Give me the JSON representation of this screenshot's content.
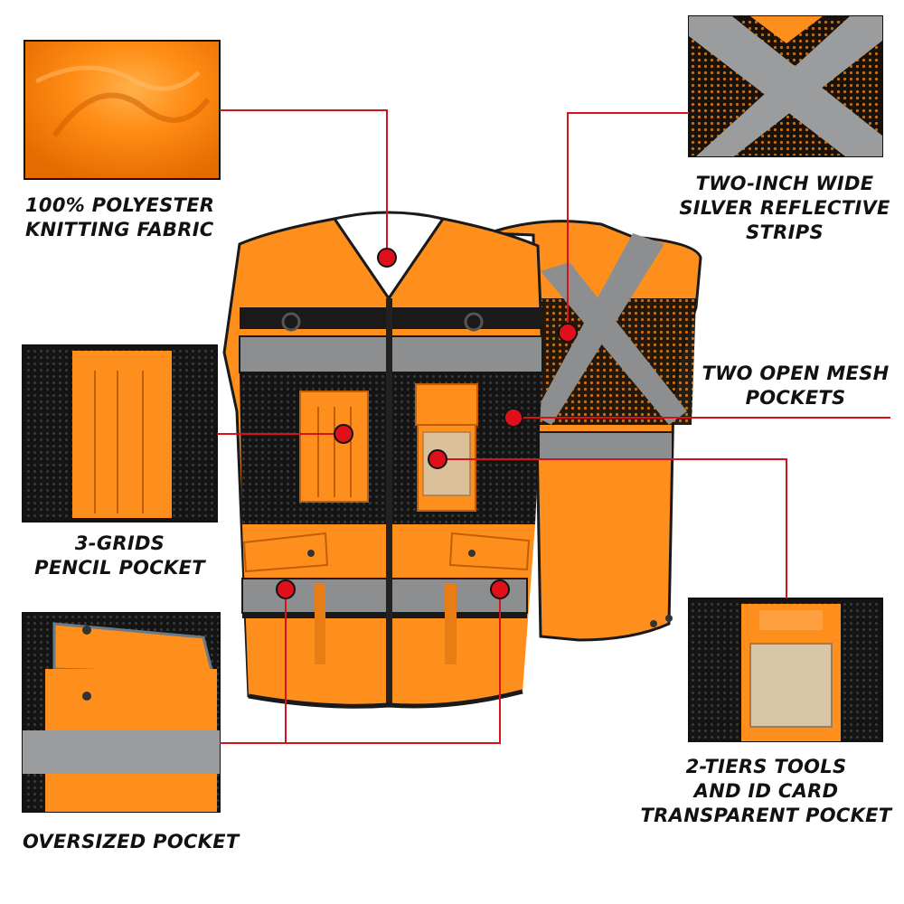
{
  "colors": {
    "orange": "#ff8f1c",
    "orange_dark": "#e5731a",
    "reflective": "#8d8f91",
    "mesh": "#151515",
    "callout": "#d4141a",
    "dot": "#e0101a"
  },
  "callouts": [
    {
      "id": "fabric",
      "lines": [
        "100% POLYESTER",
        "KNITTING FABRIC"
      ]
    },
    {
      "id": "reflective",
      "lines": [
        "TWO-INCH WIDE",
        "SILVER REFLECTIVE",
        "STRIPS"
      ]
    },
    {
      "id": "mesh",
      "lines": [
        "TWO OPEN MESH",
        "POCKETS"
      ]
    },
    {
      "id": "pencil",
      "lines": [
        "3-GRIDS",
        "PENCIL POCKET"
      ]
    },
    {
      "id": "oversized",
      "lines": [
        "OVERSIZED POCKET"
      ]
    },
    {
      "id": "idcard",
      "lines": [
        "2-TIERS TOOLS",
        "AND ID CARD",
        "TRANSPARENT POCKET"
      ]
    }
  ]
}
